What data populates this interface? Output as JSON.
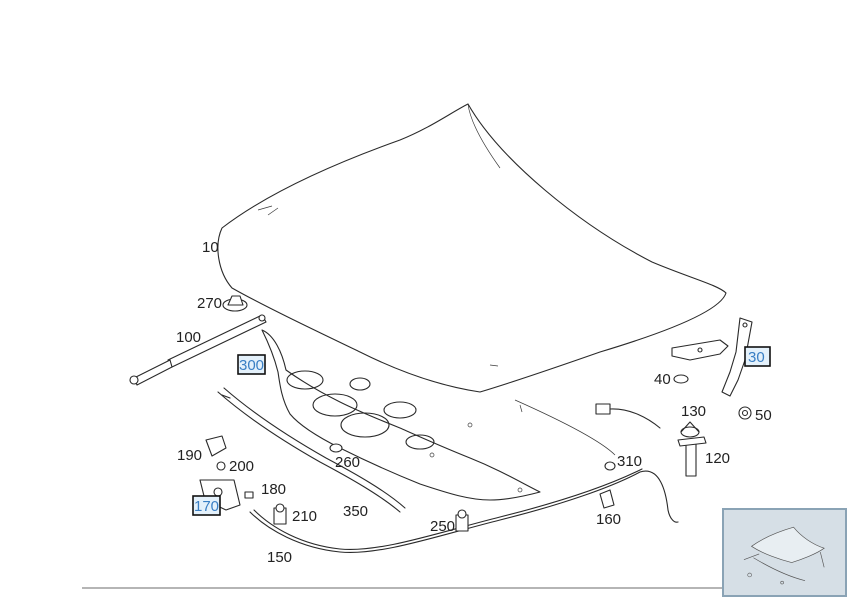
{
  "labels": {
    "p10": "10",
    "p30": "30",
    "p40": "40",
    "p50": "50",
    "p100": "100",
    "p120": "120",
    "p130": "130",
    "p150": "150",
    "p160": "160",
    "p170": "170",
    "p180": "180",
    "p190": "190",
    "p200": "200",
    "p210": "210",
    "p250": "250",
    "p260": "260",
    "p270": "270",
    "p300": "300",
    "p310": "310",
    "p350": "350"
  },
  "highlighted_parts": [
    "30",
    "170",
    "300"
  ],
  "colors": {
    "line": "#2a2a2a",
    "label": "#222222",
    "highlight_text": "#3a7fc4",
    "highlight_fill": "#e4f1fb",
    "thumbnail_bg": "#d6dfe6"
  }
}
